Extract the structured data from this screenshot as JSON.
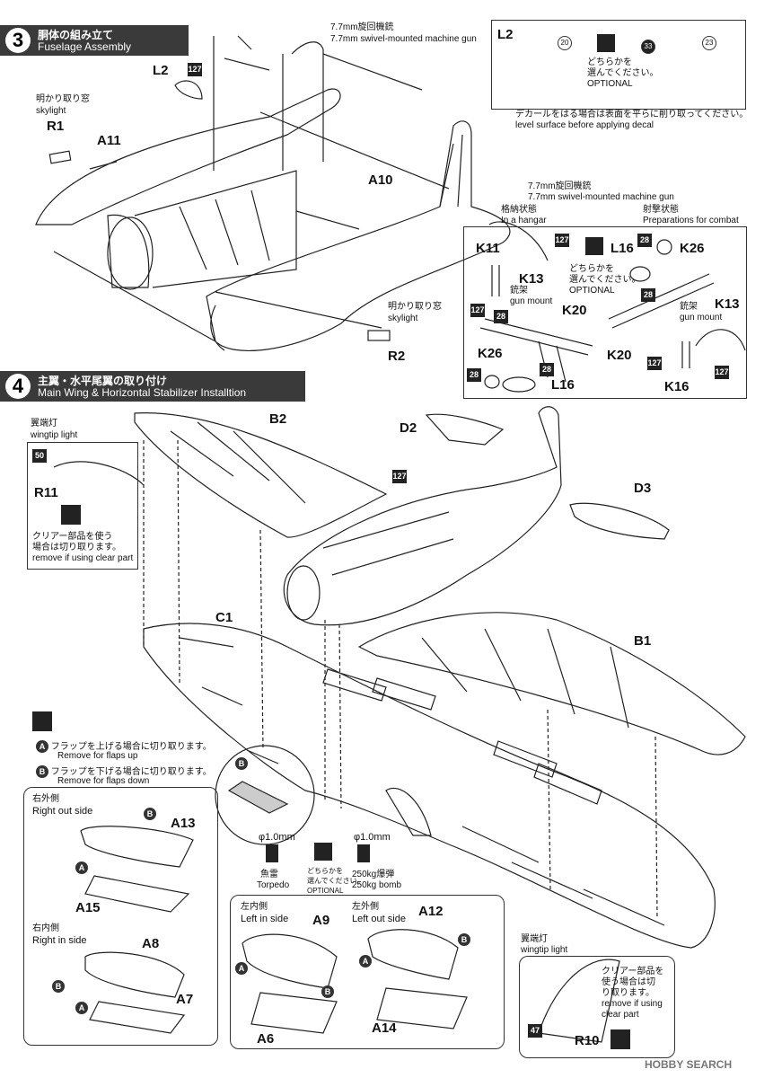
{
  "step3": {
    "number": "3",
    "title_jp": "胴体の組み立て",
    "title_en": "Fuselage Assembly"
  },
  "step4": {
    "number": "4",
    "title_jp": "主翼・水平尾翼の取り付け",
    "title_en": "Main Wing & Horizontal Stabilizer Installtion"
  },
  "fuselage": {
    "gun_jp": "7.7mm旋回機銃",
    "gun_en": "7.7mm swivel-mounted machine gun",
    "skylight1_jp": "明かり取り窓",
    "skylight1_en": "skylight",
    "skylight2_jp": "明かり取り窓",
    "skylight2_en": "skylight",
    "parts": {
      "L2": "L2",
      "R1": "R1",
      "A11": "A11",
      "A10": "A10",
      "R2": "R2"
    },
    "paint_127": "127"
  },
  "decal_box": {
    "label": "L2",
    "decal_a": "20",
    "decal_b": "23",
    "decal_c": "33",
    "either_jp1": "どちらかを",
    "either_jp2": "選んでください。",
    "optional": "OPTIONAL",
    "note_jp": "デカールをはる場合は表面を平らに削り取ってください。",
    "note_en": "level surface before applying decal"
  },
  "gun_box": {
    "title_jp": "7.7mm旋回機銃",
    "title_en": "7.7mm swivel-mounted machine gun",
    "hangar_jp": "格納状態",
    "hangar_en": "In a hangar",
    "combat_jp": "射撃状態",
    "combat_en": "Preparations for combat",
    "either_jp1": "どちらかを",
    "either_jp2": "選んでください。",
    "optional": "OPTIONAL",
    "mount_jp": "銃架",
    "mount_en": "gun mount",
    "parts": {
      "K11": "K11",
      "K13a": "K13",
      "L16a": "L16",
      "K20a": "K20",
      "K26a": "K26",
      "L16b": "L16",
      "K26b": "K26",
      "K20b": "K20",
      "K13b": "K13",
      "K16": "K16"
    },
    "paints": {
      "p127a": "127",
      "p127b": "127",
      "p28a": "28",
      "p28b": "28",
      "p28c": "28",
      "p28d": "28",
      "p28e": "28",
      "p127c": "127",
      "p127d": "127"
    }
  },
  "wing": {
    "wingtip_jp": "翼端灯",
    "wingtip_en": "wingtip light",
    "paint_50": "50",
    "R11": "R11",
    "clear_jp1": "クリアー部品を使う",
    "clear_jp2": "場合は切り取ります。",
    "clear_en": "remove if using clear part",
    "parts": {
      "B2": "B2",
      "D2": "D2",
      "D3": "D3",
      "C1": "C1",
      "B1": "B1"
    },
    "paint_127": "127",
    "flaps_a_jp": "フラップを上げる場合に切り取ります。",
    "flaps_a_en": "Remove for flaps up",
    "flaps_b_jp": "フラップを下げる場合に切り取ります。",
    "flaps_b_en": "Remove for flaps down",
    "a": "A",
    "b": "B",
    "drill1": "φ1.0mm",
    "drill2": "φ1.0mm",
    "torpedo_jp": "魚雷",
    "torpedo_en": "Torpedo",
    "either_jp1": "どちらかを",
    "either_jp2": "選んでください。",
    "optional": "OPTIONAL",
    "bomb_jp": "250kg爆弾",
    "bomb_en": "250kg bomb"
  },
  "flaps": {
    "right_out_jp": "右外側",
    "right_out_en": "Right out side",
    "A13": "A13",
    "A15": "A15",
    "right_in_jp": "右内側",
    "right_in_en": "Right in side",
    "A8": "A8",
    "A7": "A7",
    "left_in_jp": "左内側",
    "left_in_en": "Left in side",
    "A9": "A9",
    "A6": "A6",
    "left_out_jp": "左外側",
    "left_out_en": "Left out side",
    "A12": "A12",
    "A14": "A14"
  },
  "wingtip_box": {
    "title_jp": "翼端灯",
    "title_en": "wingtip light",
    "clear_jp1": "クリアー部品を",
    "clear_jp2": "使う場合は切",
    "clear_jp3": "り取ります。",
    "clear_en1": "remove if using",
    "clear_en2": "clear part",
    "paint_47": "47",
    "R10": "R10"
  },
  "watermark": "HOBBY SEARCH"
}
